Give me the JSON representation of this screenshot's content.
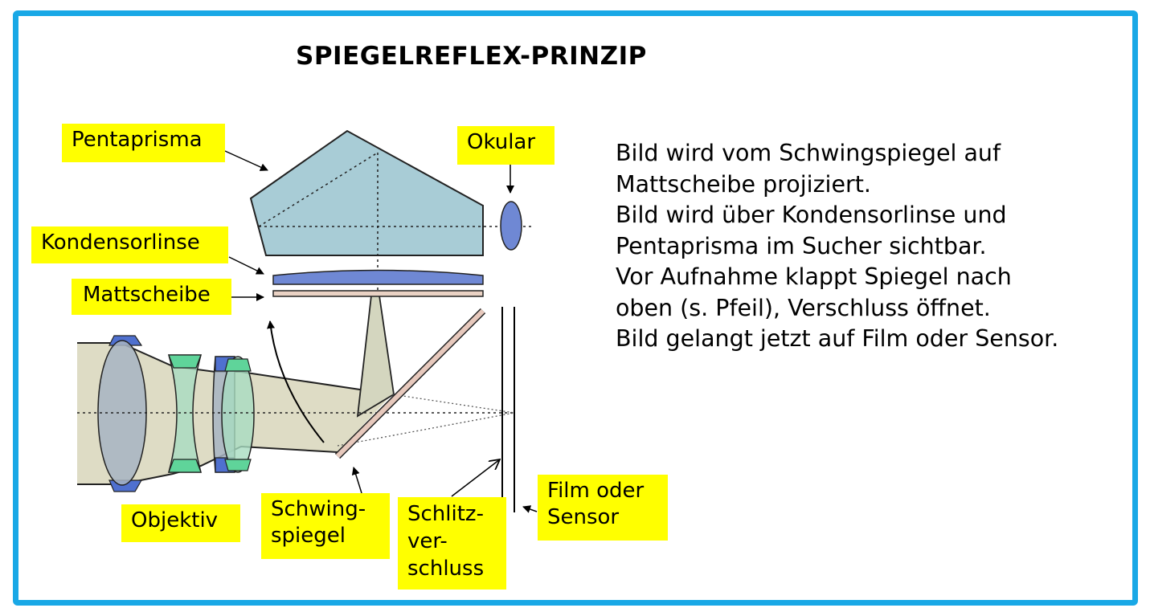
{
  "title": "SPIEGELREFLEX-PRINZIP",
  "labels": {
    "pentaprisma": "Pentaprisma",
    "okular": "Okular",
    "kondensorlinse": "Kondensorlinse",
    "mattscheibe": "Mattscheibe",
    "objektiv": "Objektiv",
    "schwingspiegel": "Schwing-\nspiegel",
    "schlitzverschluss": "Schlitz-\nver-\nschluss",
    "film_sensor": "Film oder\nSensor"
  },
  "description": [
    "Bild wird vom Schwingspiegel auf",
    "Mattscheibe projiziert.",
    "Bild wird über Kondensorlinse und",
    "Pentaprisma im Sucher sichtbar.",
    "Vor Aufnahme klappt Spiegel nach",
    "oben (s. Pfeil), Verschluss öffnet.",
    "Bild gelangt jetzt auf Film oder Sensor."
  ],
  "colors": {
    "frame": "#19a8e6",
    "label_bg": "#ffff00",
    "prism": "#a8ccd6",
    "lens_blue": "#4f70cf",
    "lens_green": "#5fd49a",
    "light_beam": "#dedcc5",
    "mirror": "#e7c9bd"
  }
}
